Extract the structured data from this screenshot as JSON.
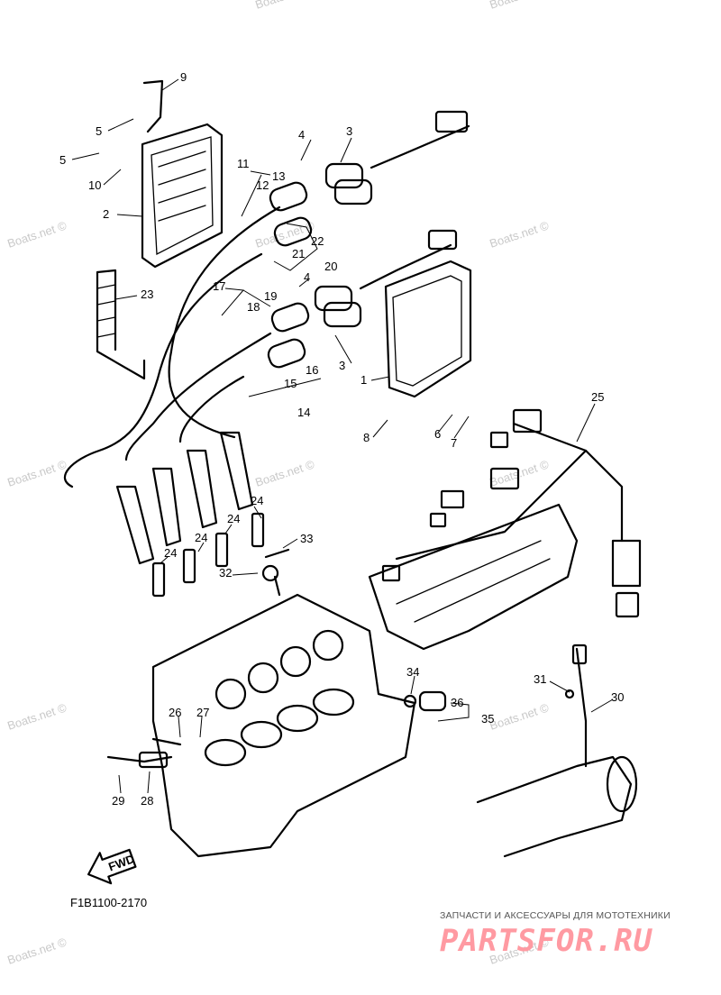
{
  "diagram": {
    "code": "F1B1100-2170",
    "fwd_label": "FWD",
    "callouts": [
      "1",
      "2",
      "3",
      "3",
      "4",
      "4",
      "5",
      "5",
      "6",
      "7",
      "8",
      "9",
      "10",
      "11",
      "12",
      "13",
      "14",
      "15",
      "16",
      "17",
      "18",
      "19",
      "20",
      "21",
      "22",
      "23",
      "24",
      "24",
      "24",
      "24",
      "25",
      "26",
      "27",
      "28",
      "29",
      "30",
      "31",
      "32",
      "33",
      "34",
      "35",
      "36"
    ]
  },
  "watermark": {
    "text": "Boats.net ©"
  },
  "shop_banner": {
    "caption": "ЗАПЧАСТИ И АКСЕССУАРЫ ДЛЯ МОТОТЕХНИКИ",
    "logo": "PARTSFOR.RU",
    "logo_color": "#ff9aa2"
  }
}
